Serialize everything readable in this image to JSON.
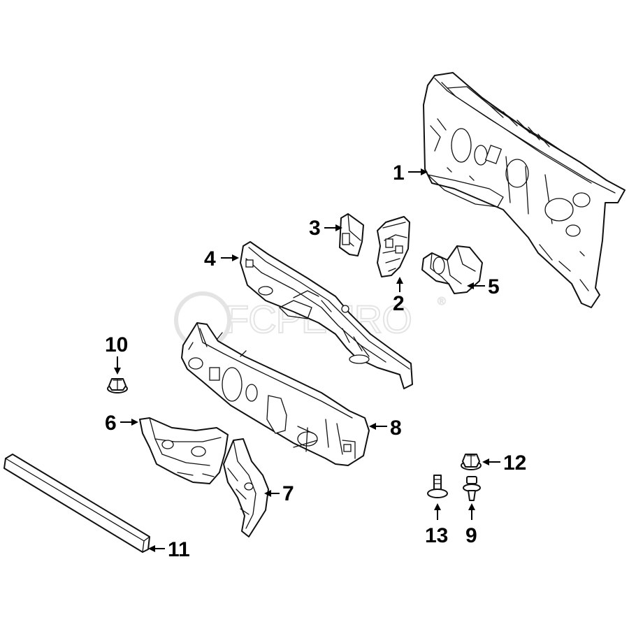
{
  "watermark": {
    "text": "FCPEURO",
    "registered": "®"
  },
  "callouts": [
    {
      "id": "1",
      "label": "1"
    },
    {
      "id": "2",
      "label": "2"
    },
    {
      "id": "3",
      "label": "3"
    },
    {
      "id": "4",
      "label": "4"
    },
    {
      "id": "5",
      "label": "5"
    },
    {
      "id": "6",
      "label": "6"
    },
    {
      "id": "7",
      "label": "7"
    },
    {
      "id": "8",
      "label": "8"
    },
    {
      "id": "9",
      "label": "9"
    },
    {
      "id": "10",
      "label": "10"
    },
    {
      "id": "11",
      "label": "11"
    },
    {
      "id": "12",
      "label": "12"
    },
    {
      "id": "13",
      "label": "13"
    }
  ],
  "colors": {
    "line": "#111111",
    "background": "#ffffff",
    "watermark": "#e4e4e4"
  }
}
